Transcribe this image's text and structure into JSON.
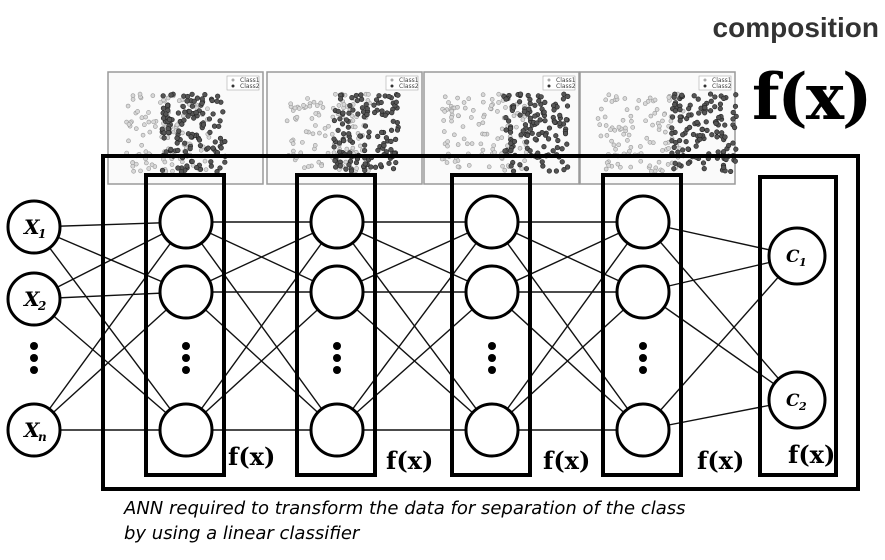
{
  "title": "composition",
  "main_symbol": "f(x)",
  "layer_function_labels": [
    "f(x)",
    "f(x)",
    "f(x)",
    "f(x)",
    "f(x)"
  ],
  "input_nodes": [
    {
      "base": "X",
      "sub": "1"
    },
    {
      "base": "X",
      "sub": "2"
    },
    {
      "base": "X",
      "sub": "n"
    }
  ],
  "output_nodes": [
    {
      "base": "C",
      "sub": "1"
    },
    {
      "base": "C",
      "sub": "2"
    }
  ],
  "scatter_legend": [
    "Class1",
    "Class2"
  ],
  "caption": {
    "line1": "ANN required to transform the data for separation of the class",
    "line2": "by using a linear classifier"
  }
}
